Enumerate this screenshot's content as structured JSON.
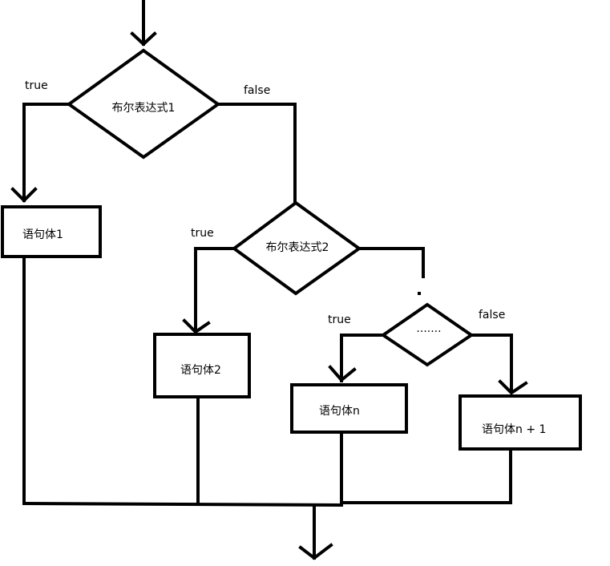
{
  "decisions": {
    "d1": "布尔表达式1",
    "d2": "布尔表达式2",
    "d3": "·······"
  },
  "statements": {
    "s1": "语句体1",
    "s2": "语句体2",
    "sn": "语句体n",
    "sn1": "语句体n + 1"
  },
  "labels": {
    "true1": "true",
    "false1": "false",
    "true2": "true",
    "true3": "true",
    "false3": "false"
  }
}
